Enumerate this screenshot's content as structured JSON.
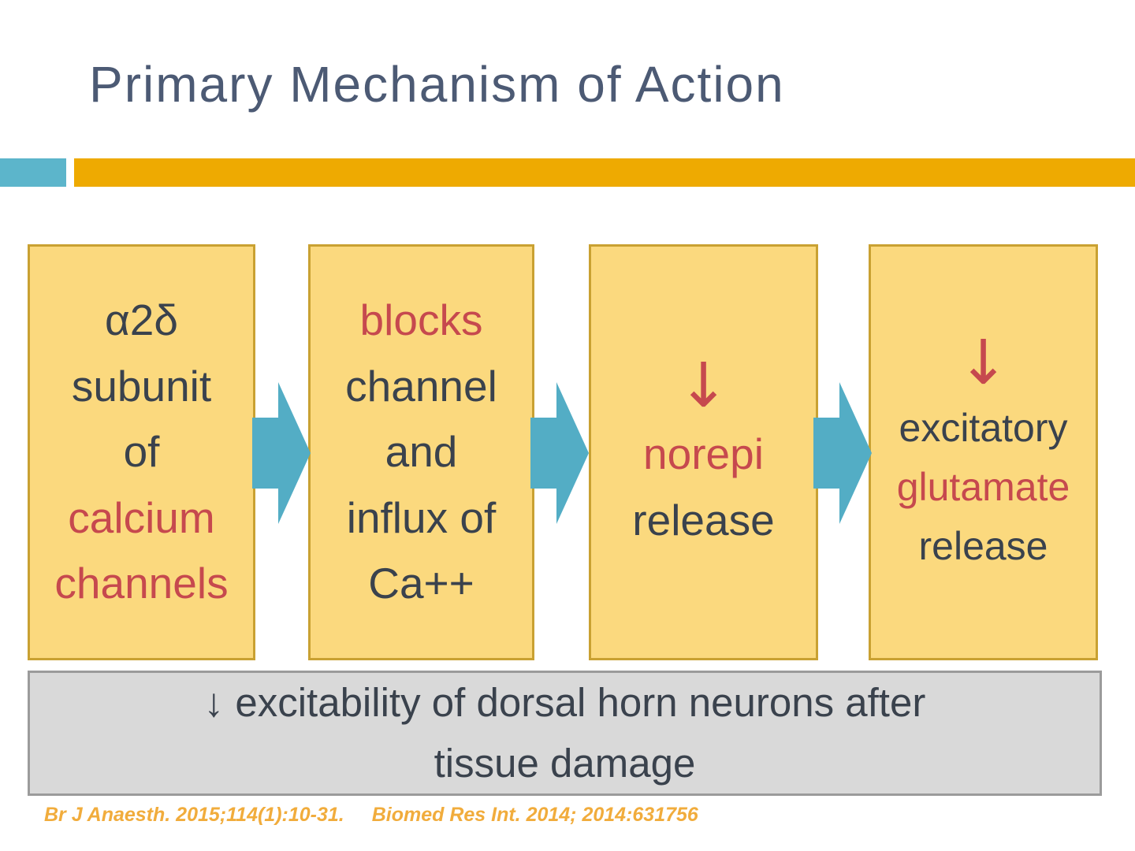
{
  "title": "Primary Mechanism of Action",
  "colors": {
    "title_text": "#4C5A74",
    "accent_teal": "#5CB5CB",
    "accent_orange": "#EEAA01",
    "box_fill": "#FBD97E",
    "box_border": "#C9A132",
    "arrow_fill": "#53ADC5",
    "red_text": "#C6494E",
    "dark_text": "#3A424D",
    "summary_fill": "#D9D9D9",
    "summary_border": "#9B9B9B",
    "citation_text": "#F1AC3C"
  },
  "flow_boxes": [
    {
      "lines": [
        {
          "text": "α2δ",
          "color": "dark"
        },
        {
          "text": "subunit",
          "color": "dark"
        },
        {
          "text": "of",
          "color": "dark"
        },
        {
          "text": "calcium",
          "color": "red"
        },
        {
          "text": "channels",
          "color": "red"
        }
      ]
    },
    {
      "lines": [
        {
          "text": "blocks",
          "color": "red"
        },
        {
          "text": "channel",
          "color": "dark"
        },
        {
          "text": "and",
          "color": "dark"
        },
        {
          "text": "influx of",
          "color": "dark"
        },
        {
          "text": "Ca++",
          "color": "dark"
        }
      ]
    },
    {
      "lines": [
        {
          "text": "↓",
          "color": "red",
          "arrow": true
        },
        {
          "text": "norepi",
          "color": "red"
        },
        {
          "text": "release",
          "color": "dark"
        }
      ]
    },
    {
      "lines": [
        {
          "text": "↓",
          "color": "red",
          "arrow": true
        },
        {
          "text": "excitatory",
          "color": "dark"
        },
        {
          "text": "glutamate",
          "color": "red"
        },
        {
          "text": "release",
          "color": "dark"
        }
      ]
    }
  ],
  "summary": {
    "line1": "↓ excitability of dorsal horn neurons after",
    "line2": "tissue damage"
  },
  "citations": [
    "Br J Anaesth. 2015;114(1):10-31.",
    "Biomed Res Int. 2014; 2014:631756"
  ]
}
